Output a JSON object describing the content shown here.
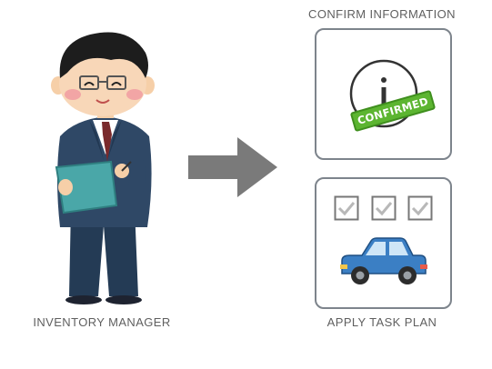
{
  "persona": {
    "label": "INVENTORY MANAGER",
    "icon": "businessman-with-clipboard-icon"
  },
  "flow": {
    "arrow_icon": "arrow-right-icon"
  },
  "confirm_panel": {
    "title": "CONFIRM INFORMATION",
    "info_icon": "info-icon",
    "stamp_text": "CONFIRMED",
    "stamp_color": "#5cb531"
  },
  "task_panel": {
    "title": "APPLY TASK PLAN",
    "checkbox_count": 3,
    "checkbox_icon": "checkbox-checked-icon",
    "vehicle_icon": "car-icon",
    "vehicle_color": "#3b7fc4"
  },
  "colors": {
    "border": "#7d848c",
    "arrow": "#7a7a7a",
    "text": "#5f5f5f"
  }
}
